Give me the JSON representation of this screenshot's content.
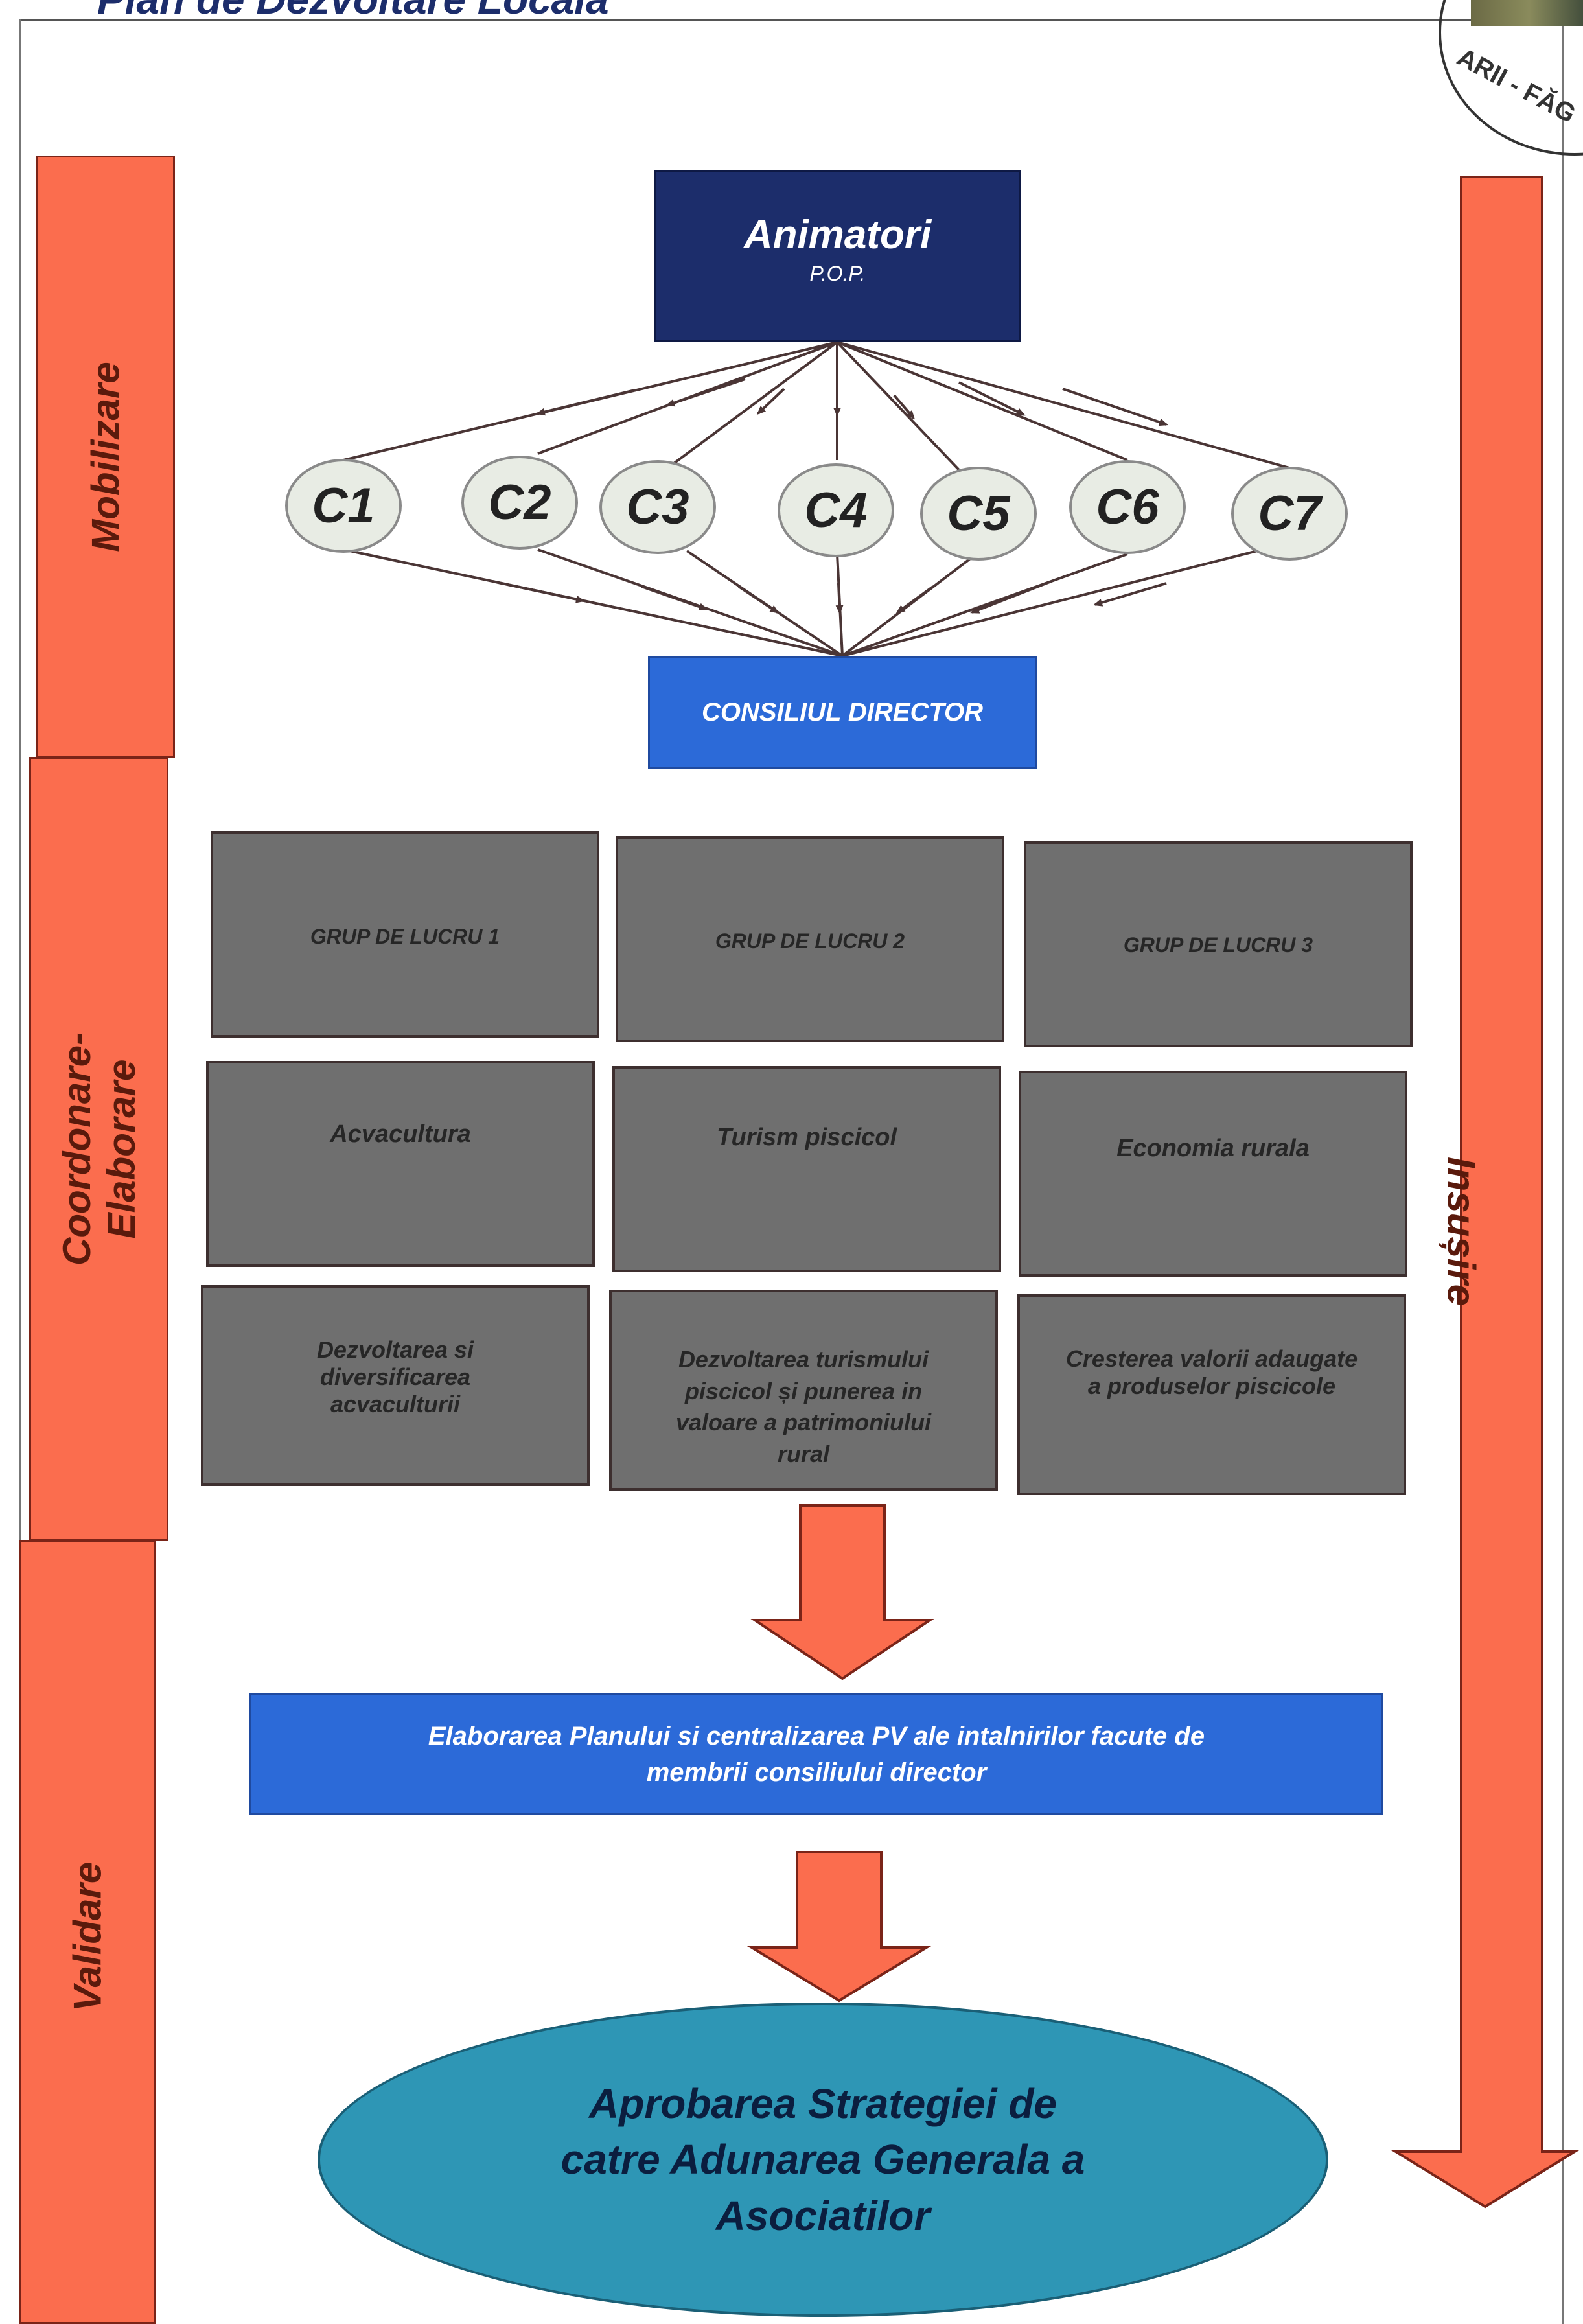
{
  "header": {
    "title": "Plan de Dezvoltare Locala"
  },
  "stamp": {
    "text": "ARII - FĂG"
  },
  "phases": {
    "mobilizare": "Mobilizare",
    "coordonare_line1": "Coordonare-",
    "coordonare_line2": "Elaborare",
    "validare": "Validare",
    "insusire": "Insușire"
  },
  "top": {
    "animatori_title": "Animatori",
    "animatori_sub": "P.O.P.",
    "consiliul": "CONSILIUL DIRECTOR"
  },
  "nodes": [
    "C1",
    "C2",
    "C3",
    "C4",
    "C5",
    "C6",
    "C7"
  ],
  "groups": [
    {
      "header": "GRUP DE LUCRU 1",
      "topic": "Acvacultura",
      "desc": "Dezvoltarea si diversificarea acvaculturii"
    },
    {
      "header": "GRUP DE LUCRU 2",
      "topic": "Turism piscicol",
      "desc": "Dezvoltarea turismului piscicol și punerea in valoare a patrimoniului rural"
    },
    {
      "header": "GRUP DE LUCRU 3",
      "topic": "Economia rurala",
      "desc": "Cresterea valorii adaugate a produselor piscicole"
    }
  ],
  "elaborare": "Elaborarea Planului si centralizarea PV ale intalnirilor facute  de membrii consiliului director",
  "approval": "Aprobarea Strategiei de catre Adunarea Generala a Asociatilor",
  "colors": {
    "orange": "#fb6d4e",
    "navy": "#1c2d6b",
    "blue": "#2c6ad8",
    "gray": "#6f6f6f",
    "teal": "#2e96b5"
  }
}
